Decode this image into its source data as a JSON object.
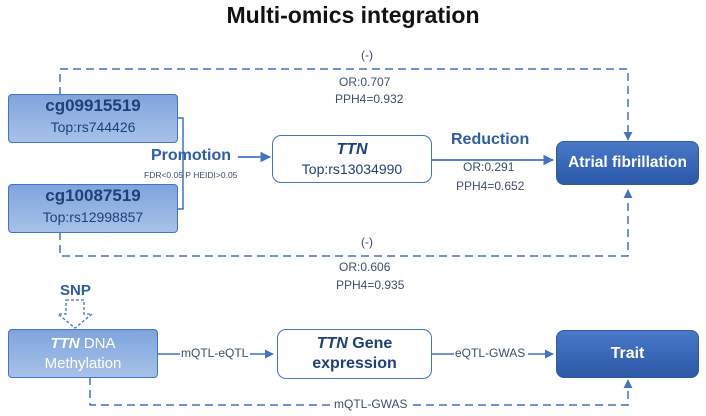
{
  "title": "Multi-omics integration",
  "nodes": {
    "cpg1": {
      "id": "cg09915519",
      "top": "Top:rs744426"
    },
    "cpg2": {
      "id": "cg10087519",
      "top": "Top:rs12998857"
    },
    "ttn": {
      "gene": "TTN",
      "top": "Top:rs13034990"
    },
    "af": {
      "label": "Atrial fibrillation"
    },
    "snp": {
      "label": "SNP"
    },
    "methylation": {
      "gene": "TTN",
      "line1_rest": " DNA",
      "line2": "Methylation"
    },
    "expression": {
      "gene": "TTN",
      "line1_rest": " Gene",
      "line2": "expression"
    },
    "trait": {
      "label": "Trait"
    }
  },
  "edges": {
    "top_path": {
      "sign": "(-)",
      "or": "OR:0.707",
      "pph4": "PPH4=0.932"
    },
    "bottom_path": {
      "sign": "(-)",
      "or": "OR:0.606",
      "pph4": "PPH4=0.935"
    },
    "promotion": {
      "label": "Promotion",
      "note": "FDR<0.05 P HEIDI>0.05"
    },
    "reduction": {
      "label": "Reduction",
      "or": "OR:0.291",
      "pph4": "PPH4=0.652"
    },
    "mqtl_eqtl": "mQTL-eQTL",
    "eqtl_gwas": "eQTL-GWAS",
    "mqtl_gwas": "mQTL-GWAS"
  },
  "colors": {
    "accent": "#4472c4",
    "dark_box": "#2b59a8",
    "light_box": "#a7c2e9"
  }
}
